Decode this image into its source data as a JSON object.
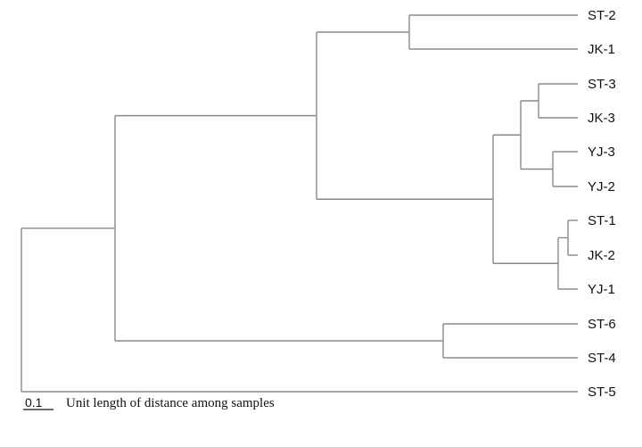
{
  "tree": {
    "leaves": [
      "ST-2",
      "JK-1",
      "ST-3",
      "JK-3",
      "YJ-3",
      "YJ-2",
      "ST-1",
      "JK-2",
      "YJ-1",
      "ST-6",
      "ST-4",
      "ST-5"
    ],
    "branch_color": "#8a8a8a",
    "label_color": "#111111"
  },
  "scale": {
    "value": "0.1",
    "label": "Unit length of distance among samples"
  }
}
